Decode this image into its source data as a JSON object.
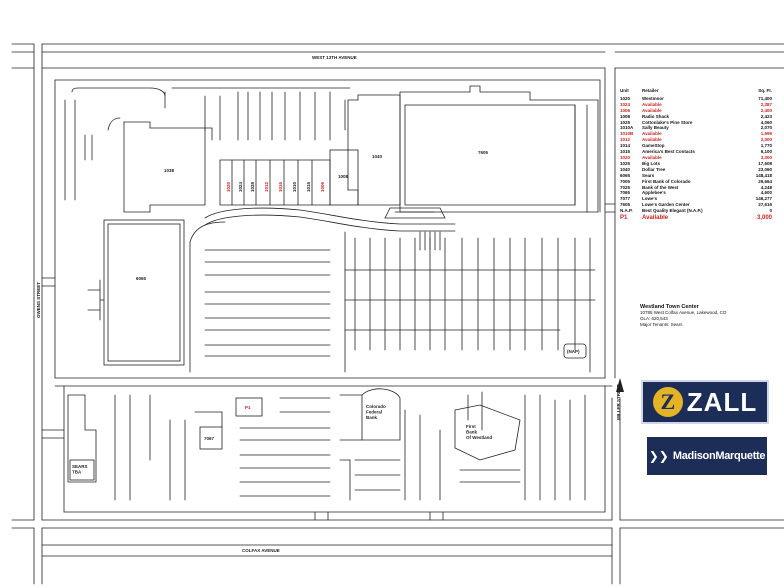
{
  "streets": {
    "north": "WEST 13TH AVENUE",
    "west": "OWENS STREET",
    "east": "MILLER STREET",
    "south": "COLFAX AVENUE"
  },
  "buildings": {
    "b1038": "1038",
    "b6065": "6065",
    "b1040": "1040",
    "b7605": "7605",
    "b1008": "1008",
    "u1020": "1020",
    "u1024": "1024",
    "u1028": "1028",
    "u1012": "1012",
    "u1016": "1016",
    "u1010": "1010",
    "u1015": "1015",
    "u1006": "1006",
    "p1": "P1",
    "b7067": "7067",
    "colorado_bank": "Colorado\nFederal\nBank",
    "first_bank": "First\nBank\nOf Westland",
    "sears_tba": "SEARS\nTBA",
    "nap": "(NAP)"
  },
  "tenant_table": {
    "headers": {
      "unit": "Unit",
      "retailer": "Retailer",
      "sqft": "Sq. Ft."
    },
    "rows": [
      {
        "unit": "1020",
        "retailer": "Westmoor",
        "sqft": "71,400",
        "available": false
      },
      {
        "unit": "1024",
        "retailer": "Available",
        "sqft": "2,387",
        "available": true
      },
      {
        "unit": "1006",
        "retailer": "Available",
        "sqft": "2,400",
        "available": true
      },
      {
        "unit": "1008",
        "retailer": "Radio Shack",
        "sqft": "2,423",
        "available": false
      },
      {
        "unit": "1025",
        "retailer": "Cottonlake's Pine Store",
        "sqft": "4,060",
        "available": false
      },
      {
        "unit": "1010A",
        "retailer": "Sally Beauty",
        "sqft": "2,070",
        "available": false
      },
      {
        "unit": "1010B",
        "retailer": "Available",
        "sqft": "1,699",
        "available": true
      },
      {
        "unit": "1012",
        "retailer": "Available",
        "sqft": "2,000",
        "available": true
      },
      {
        "unit": "1014",
        "retailer": "GameStop",
        "sqft": "1,770",
        "available": false
      },
      {
        "unit": "1015",
        "retailer": "America's Best Contacts",
        "sqft": "6,100",
        "available": false
      },
      {
        "unit": "1020",
        "retailer": "Available",
        "sqft": "3,300",
        "available": true
      },
      {
        "unit": "1025",
        "retailer": "Big Lots",
        "sqft": "17,608",
        "available": false
      },
      {
        "unit": "1040",
        "retailer": "Dollar Tree",
        "sqft": "23,060",
        "available": false
      },
      {
        "unit": "6065",
        "retailer": "Sears",
        "sqft": "148,418",
        "available": false
      },
      {
        "unit": "7005",
        "retailer": "First Bank of Colorado",
        "sqft": "29,664",
        "available": false
      },
      {
        "unit": "7025",
        "retailer": "Bank of the West",
        "sqft": "4,248",
        "available": false
      },
      {
        "unit": "7065",
        "retailer": "Applebee's",
        "sqft": "4,600",
        "available": false
      },
      {
        "unit": "7077",
        "retailer": "Lowe's",
        "sqft": "146,277",
        "available": false
      },
      {
        "unit": "7605",
        "retailer": "Lowe's Garden Center",
        "sqft": "27,616",
        "available": false
      },
      {
        "unit": "N.A.P.",
        "retailer": "Best Quality Elegant (N.A.P.)",
        "sqft": "0",
        "available": false
      },
      {
        "unit": "P1",
        "retailer": "Available",
        "sqft": "3,000",
        "available": true,
        "large": true
      }
    ]
  },
  "center_info": {
    "name": "Westland Town Center",
    "address": "10785 West Colfax Avenue, Lakewood, CO",
    "gla": "GLA: 620,543",
    "anchors": "Major Tenants: Sears"
  },
  "logos": {
    "zall_emblem": "Z",
    "zall_word": "ZALL",
    "mm_word": "MadisonMarquette",
    "mm_icon": "chevron-mark-icon"
  },
  "colors": {
    "line": "#222222",
    "available": "#cc2222",
    "logo_bg": "#1c2e58",
    "zall_gold": "#e5b326"
  }
}
